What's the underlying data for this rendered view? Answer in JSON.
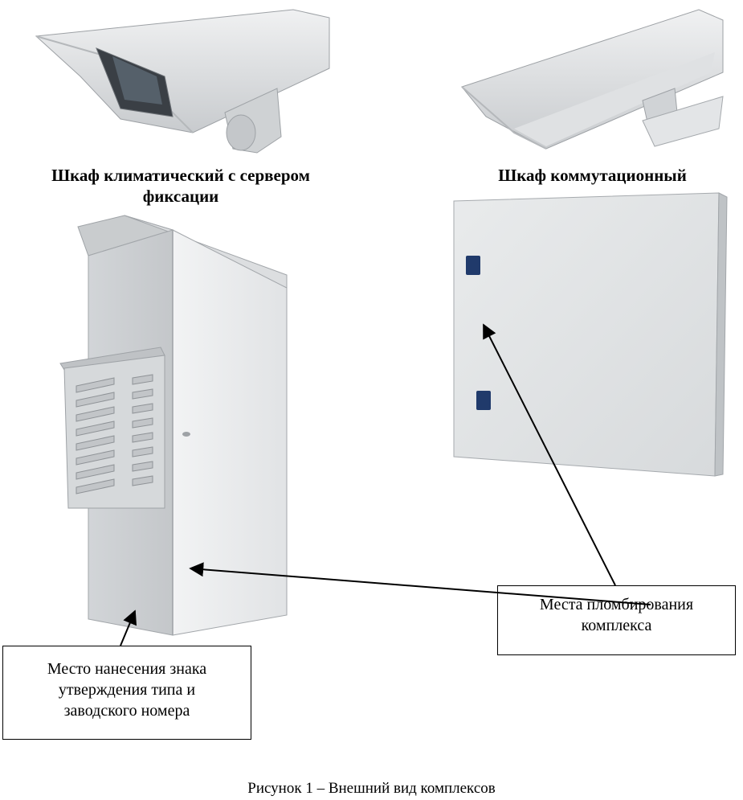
{
  "labels": {
    "climate_cabinet_title": "Шкаф климатический с сервером фиксации",
    "switch_cabinet_title": "Шкаф коммутационный"
  },
  "callouts": {
    "seal_places": "Места пломбирования комплекса",
    "type_mark_place": "Место нанесения знака утверждения типа и заводского номера"
  },
  "caption": "Рисунок 1 – Внешний вид комплексов",
  "colors": {
    "metal_light": "#e6e8ea",
    "metal_mid": "#cfd2d5",
    "metal_dark": "#a9adb1",
    "lock_blue": "#203a6b"
  }
}
